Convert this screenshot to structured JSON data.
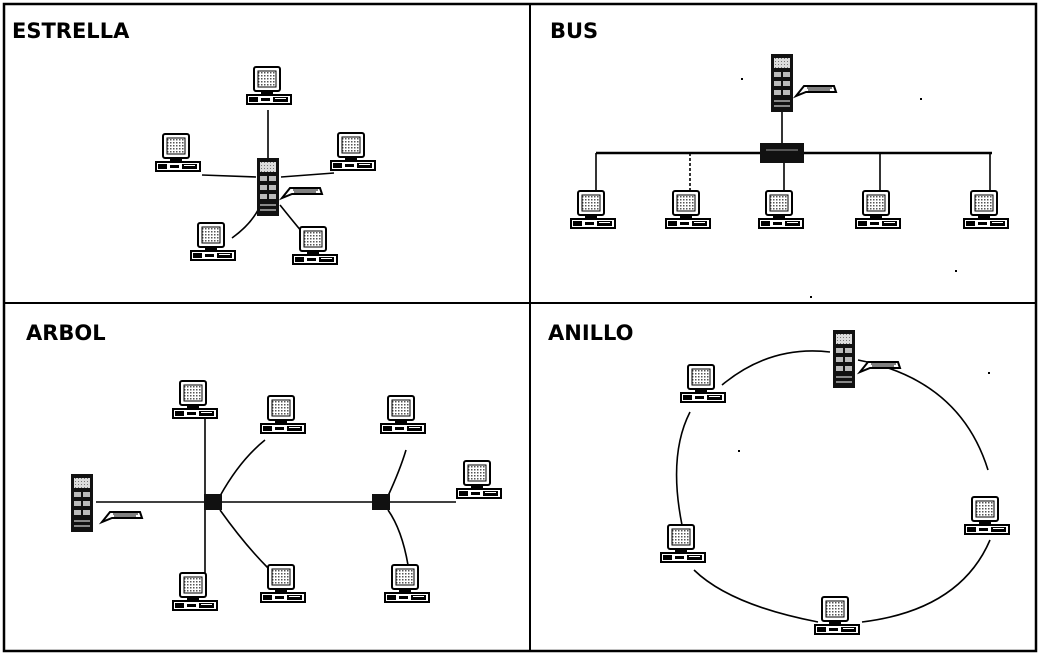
{
  "figure": {
    "panels": [
      {
        "id": "estrella",
        "title": "ESTRELLA"
      },
      {
        "id": "bus",
        "title": "BUS"
      },
      {
        "id": "arbol",
        "title": "ARBOL"
      },
      {
        "id": "anillo",
        "title": "ANILLO"
      }
    ]
  },
  "colors": {
    "line": "#000000",
    "background": "#ffffff",
    "screen": "#9a9a9a"
  },
  "icons": [
    "workstation-icon",
    "server-icon",
    "hub-icon",
    "printer-cable-icon"
  ]
}
